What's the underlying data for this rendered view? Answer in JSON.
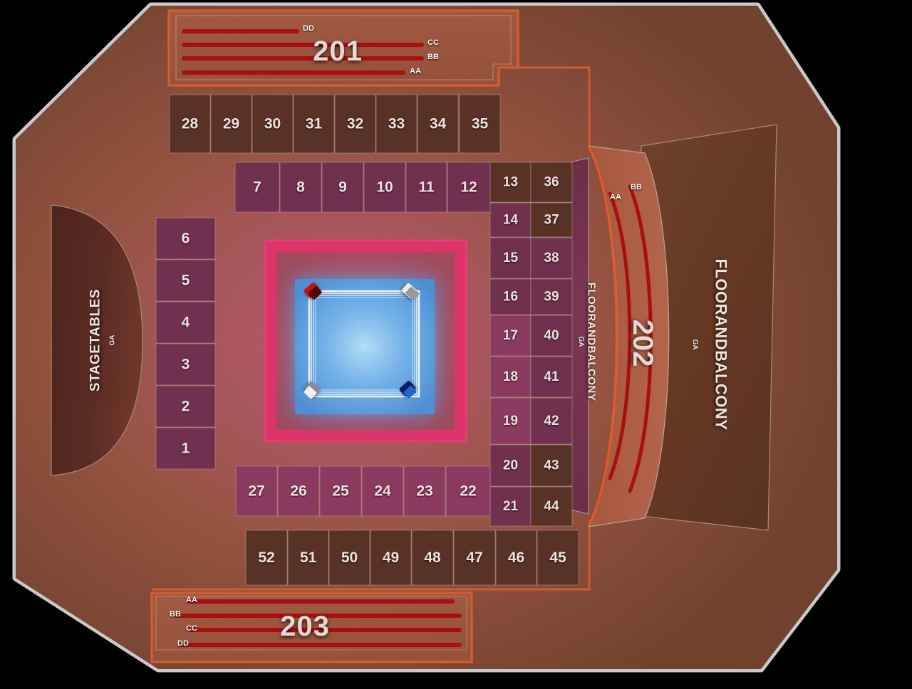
{
  "venue": {
    "name": "arena-seating-map",
    "background_color": "#000000",
    "floor_color": "#8e4f3a",
    "outline_color": "#c9c9c9"
  },
  "center": {
    "name": "boxing-ring",
    "mat_color": "#5ba3e0",
    "apron_color": "#b95a79",
    "skirt_color": "#e0316b",
    "corners": [
      {
        "position": "top-left",
        "color": "#cc1111"
      },
      {
        "position": "top-right",
        "color": "#cfc9c9"
      },
      {
        "position": "bottom-left",
        "color": "#e4e0e0"
      },
      {
        "position": "bottom-right",
        "color": "#0c1a63"
      }
    ]
  },
  "zones": [
    {
      "id": "stagetables",
      "label": "STAGETABLES",
      "ga": "GA",
      "accent": "#5f2a24"
    },
    {
      "id": "floorandbalcony-left",
      "label": "FLOORANDBALCONY",
      "ga": "GA",
      "accent": "#7d3550"
    },
    {
      "id": "floorandbalcony-right",
      "label": "FLOORANDBALCONY",
      "ga": "GA",
      "accent": "#6b3a25"
    }
  ],
  "balcony_sections": [
    {
      "id": "201",
      "label": "201",
      "rows": [
        "DD",
        "CC",
        "BB",
        "AA"
      ],
      "accent": "#a4200f",
      "border": "#d8552c"
    },
    {
      "id": "202",
      "label": "202",
      "rows": [
        "AA",
        "BB"
      ],
      "accent": "#a4200f",
      "border": "#d8552c"
    },
    {
      "id": "203",
      "label": "203",
      "rows": [
        "AA",
        "BB",
        "CC",
        "DD"
      ],
      "accent": "#a4200f",
      "border": "#d8552c"
    }
  ],
  "seating_sections": {
    "top_outer": [
      "28",
      "29",
      "30",
      "31",
      "32",
      "33",
      "34",
      "35"
    ],
    "top_inner": [
      "7",
      "8",
      "9",
      "10",
      "11",
      "12"
    ],
    "right_inner": [
      "13",
      "14",
      "15",
      "16",
      "17",
      "18",
      "19",
      "20",
      "21"
    ],
    "right_outer": [
      "36",
      "37",
      "38",
      "39",
      "40",
      "41",
      "42",
      "43",
      "44"
    ],
    "left_inner": [
      "6",
      "5",
      "4",
      "3",
      "2",
      "1"
    ],
    "bottom_inner": [
      "27",
      "26",
      "25",
      "24",
      "23",
      "22"
    ],
    "bottom_outer": [
      "52",
      "51",
      "50",
      "49",
      "48",
      "47",
      "46",
      "45"
    ]
  },
  "colors": {
    "section_dark": "#583125",
    "section_plum": "#70304d",
    "section_plum_light": "#8a3a5e",
    "section_border": "#b59a94",
    "label_text": "#efe2de",
    "row_line": "#a81010"
  }
}
